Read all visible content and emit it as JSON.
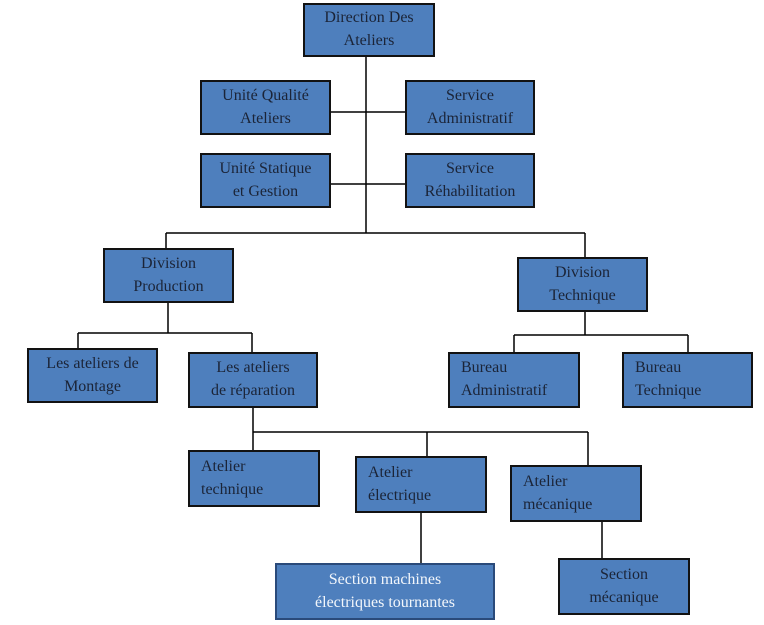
{
  "colors": {
    "box_fill": "#4e7fbd",
    "box_border": "#121212",
    "box_text": "#1b2437",
    "highlight_border": "#2a4a7a",
    "highlight_text": "#f2f6fb",
    "connector": "#000000",
    "background": "#ffffff"
  },
  "nodes": {
    "direction": {
      "label": "Direction Des\nAteliers"
    },
    "unite_qualite": {
      "label": "Unité Qualité\nAteliers"
    },
    "service_administratif": {
      "label": "Service\nAdministratif"
    },
    "unite_statique": {
      "label": "Unité Statique\net Gestion"
    },
    "service_rehabilitation": {
      "label": "Service\nRéhabilitation"
    },
    "division_production": {
      "label": "Division\nProduction"
    },
    "division_technique": {
      "label": "Division\nTechnique"
    },
    "ateliers_montage": {
      "label": "Les ateliers de\nMontage"
    },
    "ateliers_reparation": {
      "label": "Les ateliers\nde réparation"
    },
    "bureau_administratif": {
      "label": "Bureau\nAdministratif"
    },
    "bureau_technique": {
      "label": "Bureau\nTechnique"
    },
    "atelier_technique": {
      "label": "Atelier\ntechnique"
    },
    "atelier_electrique": {
      "label": "Atelier\nélectrique"
    },
    "atelier_mecanique": {
      "label": "Atelier\nmécanique"
    },
    "section_machines": {
      "label": "Section machines\nélectriques tournantes"
    },
    "section_mecanique": {
      "label": "Section\nmécanique"
    }
  }
}
